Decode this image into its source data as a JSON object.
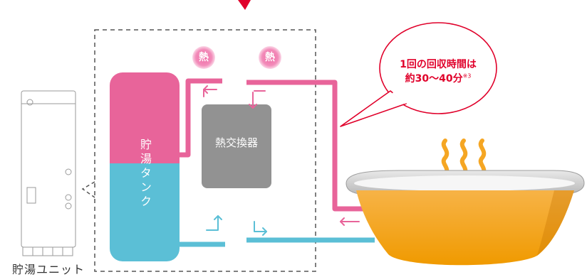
{
  "labels": {
    "unit": "貯湯ユニット",
    "tank": "貯湯タンク",
    "exchanger": "熱交換器",
    "heat_1": "熱",
    "heat_2": "熱",
    "callout_line1": "1回の回収時間は",
    "callout_line2": "約30〜40分",
    "callout_note": "※3"
  },
  "colors": {
    "hot_pink": "#e8649a",
    "cold_blue": "#5bbfd6",
    "exchanger_gray": "#8c8c8c",
    "accent_red": "#e0002a",
    "bath_orange": "#f29a00"
  }
}
